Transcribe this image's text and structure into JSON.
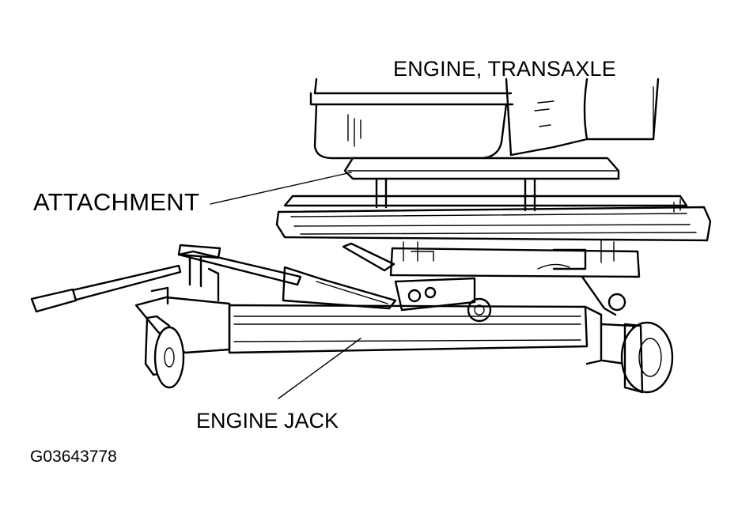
{
  "figure": {
    "labels": {
      "engine_transaxle": "ENGINE, TRANSAXLE",
      "attachment": "ATTACHMENT",
      "engine_jack": "ENGINE JACK"
    },
    "figure_id": "G03643778"
  },
  "colors": {
    "ink": "#000000",
    "paper": "#ffffff"
  }
}
